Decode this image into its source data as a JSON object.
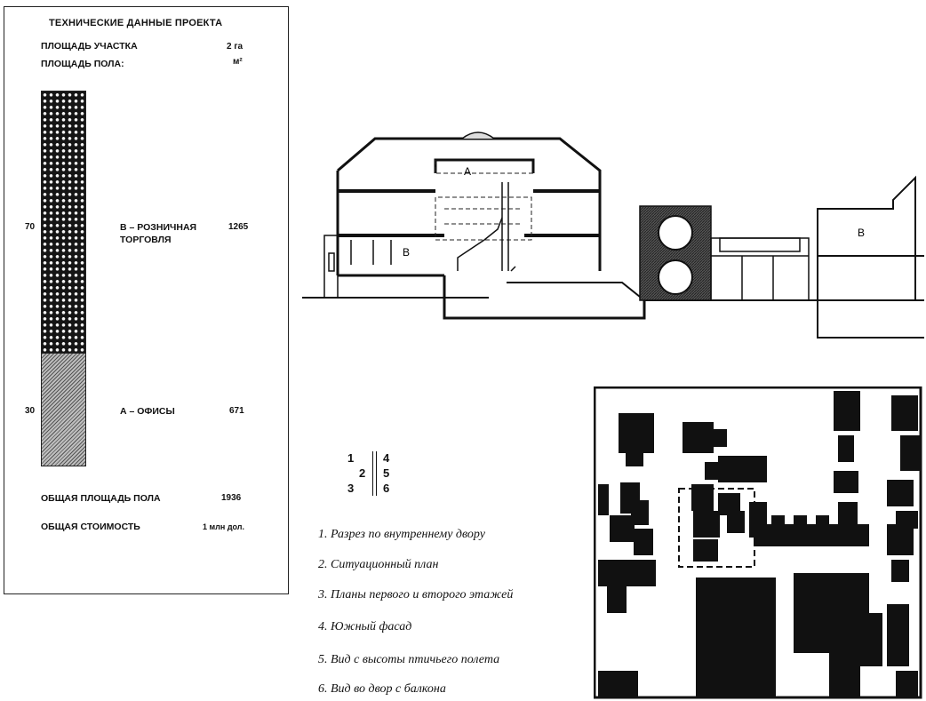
{
  "panel": {
    "title": "ТЕХНИЧЕСКИЕ ДАННЫЕ ПРОЕКТА",
    "site_area_label": "ПЛОЩАДЬ УЧАСТКА",
    "site_area_value": "2 га",
    "floor_area_label": "ПЛОЩАДЬ ПОЛА:",
    "floor_area_unit": "м²",
    "bar": {
      "upper": {
        "percent_label": "70",
        "name": "В – РОЗНИЧНАЯ ТОРГОВЛЯ",
        "area": "1265",
        "share": 0.7
      },
      "lower": {
        "percent_label": "30",
        "name": "А – ОФИСЫ",
        "area": "671",
        "share": 0.3
      }
    },
    "total_area_label": "ОБЩАЯ ПЛОЩАДЬ ПОЛА",
    "total_area_value": "1936",
    "total_cost_label": "ОБЩАЯ СТОИМОСТЬ",
    "total_cost_value": "1 млн дол."
  },
  "section_labels": {
    "a": "A",
    "b_left": "B",
    "b_right": "B"
  },
  "figure_key": {
    "left": [
      "1",
      "2",
      "3"
    ],
    "right": [
      "4",
      "5",
      "6"
    ]
  },
  "captions": [
    "1. Разрез по внутреннему двору",
    "2. Ситуационный план",
    "3. Планы первого и второго этажей",
    "4. Южный фасад",
    "5.  Вид  с  высоты  птичьего  полета",
    "6. Вид во двор с балкона"
  ]
}
